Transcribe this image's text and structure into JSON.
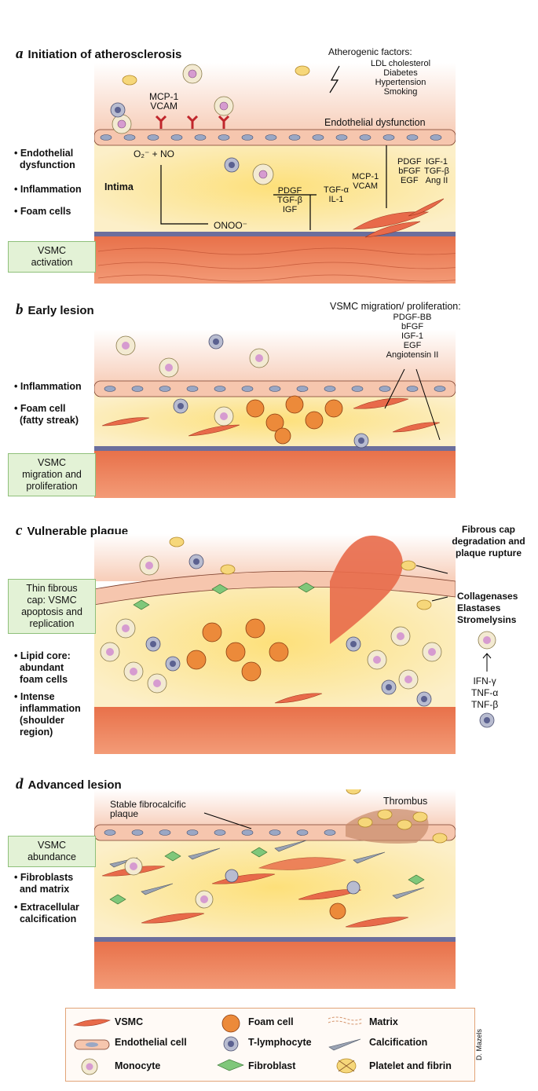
{
  "panel_a": {
    "letter": "a",
    "title": "Initiation of atherosclerosis",
    "bullets": [
      "• Endothelial",
      "dysfunction",
      "• Inflammation",
      "• Foam cells"
    ],
    "box": [
      "VSMC",
      "activation"
    ],
    "atherogenic_title": "Atherogenic factors:",
    "atherogenic_items": [
      "LDL cholesterol",
      "Diabetes",
      "Hypertension",
      "Smoking"
    ],
    "endothelial_dysfunction": "Endothelial dysfunction",
    "mcp1": "MCP-1",
    "vcam": "VCAM",
    "o2_no": "O₂⁻ + NO",
    "onoo": "ONOO⁻",
    "intima": "Intima",
    "growth1": [
      "PDGF",
      "TGF-β",
      "IGF"
    ],
    "tgfa": [
      "TGF-α",
      "IL-1"
    ],
    "mcp_vcam2": [
      "MCP-1",
      "VCAM"
    ],
    "growth2_left": [
      "PDGF",
      "bFGF",
      "EGF"
    ],
    "growth2_right": [
      "IGF-1",
      "TGF-β",
      "Ang II"
    ]
  },
  "panel_b": {
    "letter": "b",
    "title": "Early lesion",
    "bullets": [
      "• Inflammation",
      "• Foam cell",
      "(fatty streak)"
    ],
    "box": [
      "VSMC",
      "migration and",
      "proliferation"
    ],
    "migration_title": "VSMC migration/ proliferation:",
    "migration_items": [
      "PDGF-BB",
      "bFGF",
      "IGF-1",
      "EGF",
      "Angiotensin II"
    ]
  },
  "panel_c": {
    "letter": "c",
    "title": "Vulnerable plaque",
    "box": [
      "Thin fibrous",
      "cap: VSMC",
      "apoptosis and",
      "replication"
    ],
    "bullets": [
      "• Lipid core:",
      "abundant",
      "foam cells",
      "• Intense",
      "inflammation",
      "(shoulder",
      "region)"
    ],
    "rupture": [
      "Fibrous cap",
      "degradation and",
      "plaque rupture"
    ],
    "enzymes": [
      "Collagenases",
      "Elastases",
      "Stromelysins"
    ],
    "cytokines": [
      "IFN-γ",
      "TNF-α",
      "TNF-β"
    ]
  },
  "panel_d": {
    "letter": "d",
    "title": "Advanced lesion",
    "box": [
      "VSMC",
      "abundance"
    ],
    "bullets": [
      "• Fibroblasts",
      "and matrix",
      "• Extracellular",
      "calcification"
    ],
    "stable": [
      "Stable fibrocalcific",
      "plaque"
    ],
    "thrombus": "Thrombus"
  },
  "legend": {
    "items": [
      "VSMC",
      "Endothelial cell",
      "Monocyte",
      "Foam cell",
      "T-lymphocyte",
      "Fibroblast",
      "Matrix",
      "Calcification",
      "Platelet and fibrin"
    ]
  },
  "credit": "D. Mazels"
}
